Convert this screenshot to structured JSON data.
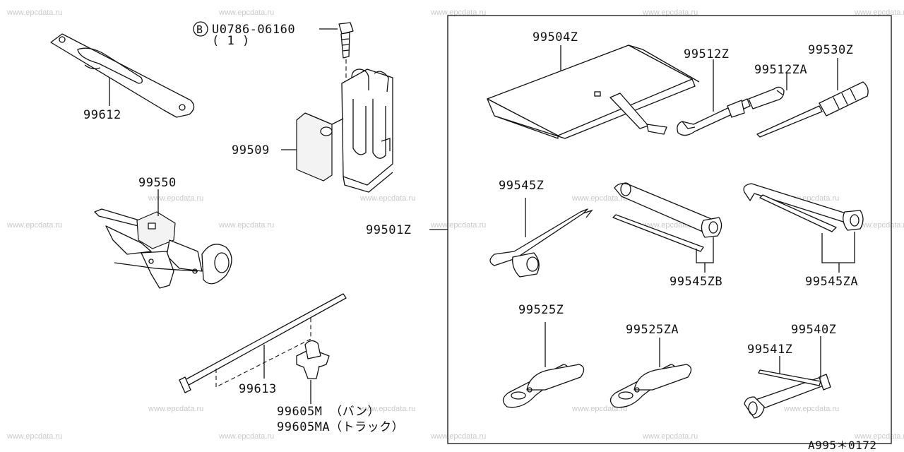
{
  "watermark": "www.epcdata.ru",
  "bolt_marker": "B",
  "parts": {
    "p99612": "99612",
    "bolt_number": "U0786-06160",
    "bolt_qty": "( 1 )",
    "p99509": "99509",
    "p99550": "99550",
    "p99613": "99613",
    "p99605M": "99605M （バン）",
    "p99605MA": "99605MA（トラック）",
    "p99501Z": "99501Z",
    "p99504Z": "99504Z",
    "p99512Z": "99512Z",
    "p99512ZA": "99512ZA",
    "p99530Z": "99530Z",
    "p99545Z": "99545Z",
    "p99545ZB": "99545ZB",
    "p99545ZA": "99545ZA",
    "p99525Z": "99525Z",
    "p99525ZA": "99525ZA",
    "p99540Z": "99540Z",
    "p99541Z": "99541Z"
  },
  "diagram_code": "A995＊0172"
}
